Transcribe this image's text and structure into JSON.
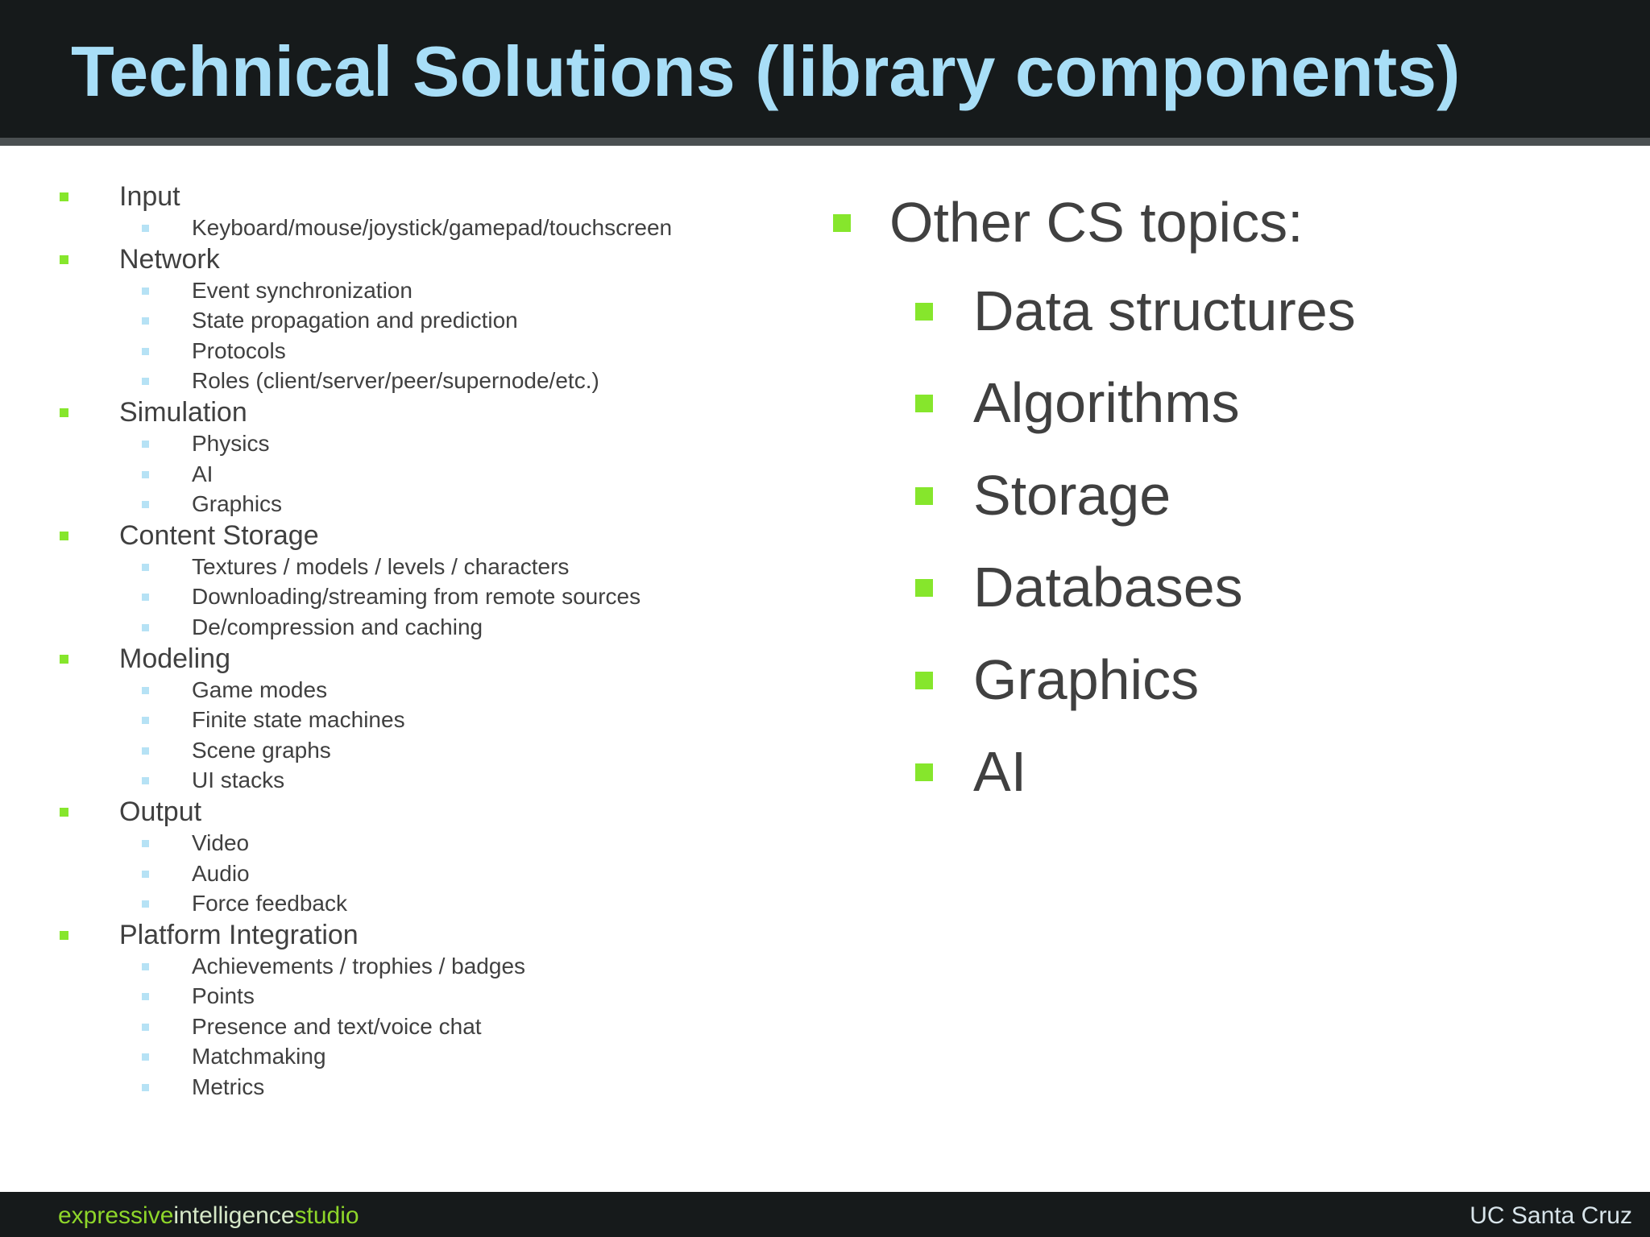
{
  "slide": {
    "title": "Technical Solutions (library components)"
  },
  "left_list": [
    {
      "label": "Input",
      "children": [
        "Keyboard/mouse/joystick/gamepad/touchscreen"
      ]
    },
    {
      "label": "Network",
      "children": [
        "Event synchronization",
        "State propagation and prediction",
        "Protocols",
        "Roles (client/server/peer/supernode/etc.)"
      ]
    },
    {
      "label": "Simulation",
      "children": [
        "Physics",
        "AI",
        "Graphics"
      ]
    },
    {
      "label": "Content Storage",
      "children": [
        "Textures / models / levels / characters",
        "Downloading/streaming from remote sources",
        "De/compression and caching"
      ]
    },
    {
      "label": "Modeling",
      "children": [
        "Game modes",
        "Finite state machines",
        "Scene graphs",
        "UI stacks"
      ]
    },
    {
      "label": "Output",
      "children": [
        "Video",
        "Audio",
        "Force feedback"
      ]
    },
    {
      "label": "Platform Integration",
      "children": [
        "Achievements / trophies / badges",
        "Points",
        "Presence and text/voice chat",
        "Matchmaking",
        "Metrics"
      ]
    }
  ],
  "right_list": {
    "heading": "Other CS topics:",
    "items": [
      "Data structures",
      "Algorithms",
      "Storage",
      "Databases",
      "Graphics",
      "AI"
    ]
  },
  "footer": {
    "brand_part1": "expressive",
    "brand_part2": "intelligence",
    "brand_part3": "studio",
    "right_text": "UC Santa Cruz"
  },
  "colors": {
    "header_bg": "#161a1b",
    "title_color": "#a8def7",
    "primary_bullet": "#86e62c",
    "secondary_bullet": "#b6e2f5",
    "text_color": "#404040",
    "brand_green": "#8ed62a"
  }
}
